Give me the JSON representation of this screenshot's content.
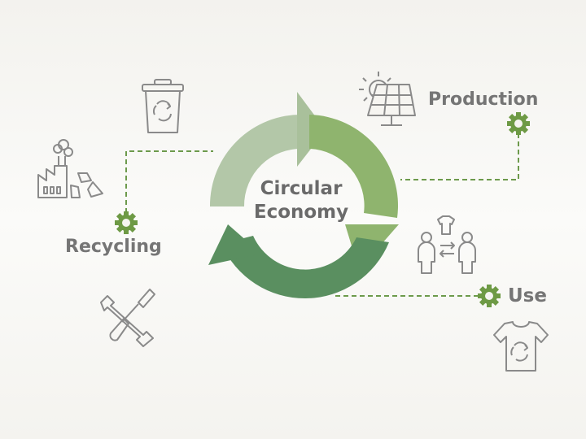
{
  "center": {
    "line1": "Circular",
    "line2": "Economy"
  },
  "stages": {
    "production": "Production",
    "use": "Use",
    "recycling": "Recycling"
  },
  "colors": {
    "segment_light": "#b3c7a8",
    "segment_mid": "#8fb46e",
    "segment_dark": "#5a8f60",
    "gear": "#6e9a45",
    "line": "#6d9a4c",
    "icon": "#8a8a8a",
    "text": "#757575"
  },
  "icons": [
    "trash-bin-recycle-icon",
    "solar-panel-sun-icon",
    "factory-recycle-icon",
    "people-exchange-shirt-icon",
    "tools-wrench-screwdriver-icon",
    "tshirt-recycle-icon",
    "gear-icon"
  ]
}
